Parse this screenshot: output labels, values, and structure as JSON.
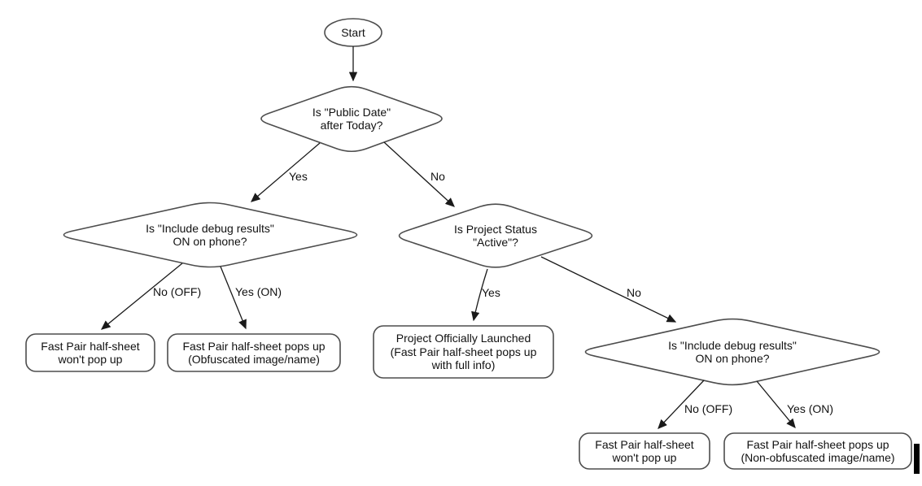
{
  "flowchart": {
    "nodes": {
      "start": {
        "label": "Start",
        "type": "terminator"
      },
      "public_date_decision": {
        "label": "Is \"Public Date\"\nafter Today?",
        "type": "decision"
      },
      "debug_left_decision": {
        "label": "Is \"Include debug results\"\nON on phone?",
        "type": "decision"
      },
      "project_status_decision": {
        "label": "Is Project Status\n\"Active\"?",
        "type": "decision"
      },
      "debug_right_decision": {
        "label": "Is \"Include debug results\"\nON on phone?",
        "type": "decision"
      },
      "no_popup_left": {
        "label": "Fast Pair half-sheet\nwon't pop up",
        "type": "result"
      },
      "obfuscated_popup": {
        "label": "Fast Pair half-sheet pops up\n(Obfuscated image/name)",
        "type": "result"
      },
      "officially_launched": {
        "label": "Project Officially Launched\n(Fast Pair half-sheet pops up\nwith full info)",
        "type": "result"
      },
      "no_popup_right": {
        "label": "Fast Pair half-sheet\nwon't pop up",
        "type": "result"
      },
      "non_obfuscated_popup": {
        "label": "Fast Pair half-sheet pops up\n(Non-obfuscated image/name)",
        "type": "result"
      }
    },
    "edge_labels": {
      "public_date_yes": "Yes",
      "public_date_no": "No",
      "debug_left_no": "No (OFF)",
      "debug_left_yes": "Yes (ON)",
      "project_status_yes": "Yes",
      "project_status_no": "No",
      "debug_right_no": "No (OFF)",
      "debug_right_yes": "Yes (ON)"
    },
    "colors": {
      "background": "#ffffff",
      "shape_stroke": "#4d4d4d",
      "arrow": "#1a1a1a",
      "text": "#111111"
    }
  }
}
